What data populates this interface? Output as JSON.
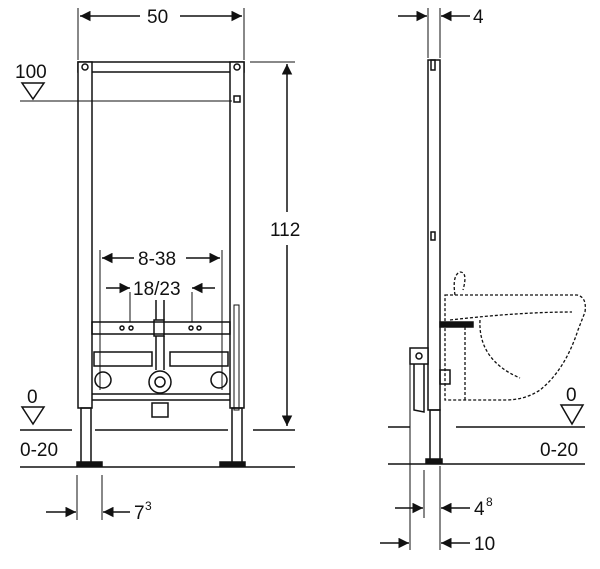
{
  "front_view": {
    "width_label": "50",
    "height_ref_label": "100",
    "height_label": "112",
    "range_outer_label": "8-38",
    "range_inner_label": "18/23",
    "floor_zero_label": "0",
    "floor_range_label": "0-20",
    "foot_dim_label": "7",
    "foot_dim_sup": "3"
  },
  "side_view": {
    "depth_top_label": "4",
    "floor_zero_label": "0",
    "floor_range_label": "0-20",
    "foot_dim_label": "4",
    "foot_dim_sup": "8",
    "total_depth_label": "10"
  },
  "colors": {
    "line": "#111111",
    "background": "#ffffff"
  }
}
